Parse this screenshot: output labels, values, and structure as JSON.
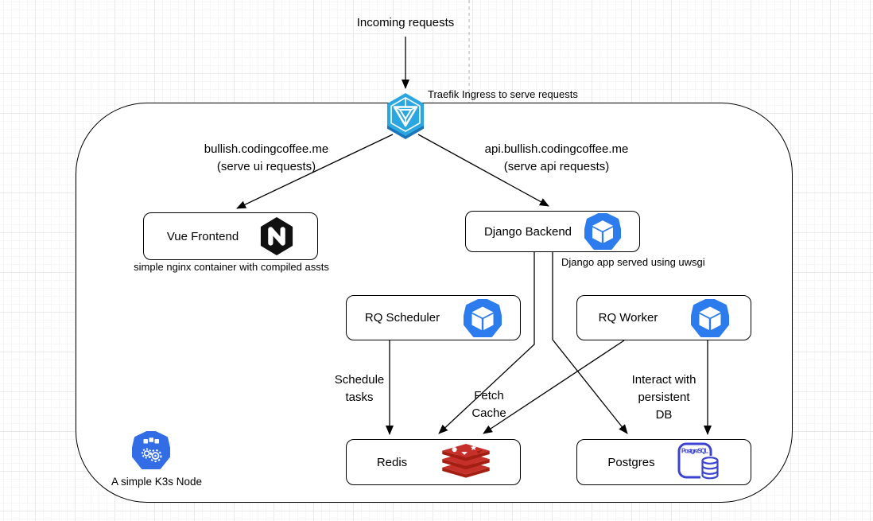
{
  "colors": {
    "line_black": "#000000",
    "page_break_gray": "#b0b0b0",
    "traefik_blue": "#2AA7E0",
    "traefik_dark": "#1B74B8",
    "container_blue": "#2D7CEE",
    "nginx_black": "#111111",
    "redis_red": "#C6302B",
    "redis_dark": "#A41E11",
    "postgres_blue": "#3D43D1",
    "k3s_blue": "#326DE6"
  },
  "flow": {
    "incoming_label": "Incoming requests",
    "ingress_caption": "Traefik Ingress to serve requests",
    "ingress_icon": "traefik-ingress-icon",
    "left_route": {
      "domain": "bullish.codingcoffee.me",
      "note": "(serve ui requests)"
    },
    "right_route": {
      "domain": "api.bullish.codingcoffee.me",
      "note": "(serve api requests)"
    }
  },
  "nodes": {
    "vue_frontend": {
      "label": "Vue Frontend",
      "icon": "nginx-icon",
      "caption": "simple nginx container with compiled assts"
    },
    "django_backend": {
      "label": "Django Backend",
      "icon": "container-cube-icon",
      "caption": "Django app served using uwsgi"
    },
    "rq_scheduler": {
      "label": "RQ Scheduler",
      "icon": "container-cube-icon"
    },
    "rq_worker": {
      "label": "RQ Worker",
      "icon": "container-cube-icon"
    },
    "redis": {
      "label": "Redis",
      "icon": "redis-icon"
    },
    "postgres": {
      "label": "Postgres",
      "icon": "postgresql-icon",
      "icon_text": "PostgreSQL"
    }
  },
  "edge_labels": {
    "schedule_tasks": {
      "line1": "Schedule",
      "line2": "tasks"
    },
    "fetch_cache": {
      "line1": "Fetch",
      "line2": "Cache"
    },
    "interact_db": {
      "line1": "Interact with",
      "line2": "persistent",
      "line3": "DB"
    }
  },
  "node_annotation": {
    "k3s_caption": "A simple K3s Node",
    "k3s_icon": "k3s-node-icon"
  }
}
